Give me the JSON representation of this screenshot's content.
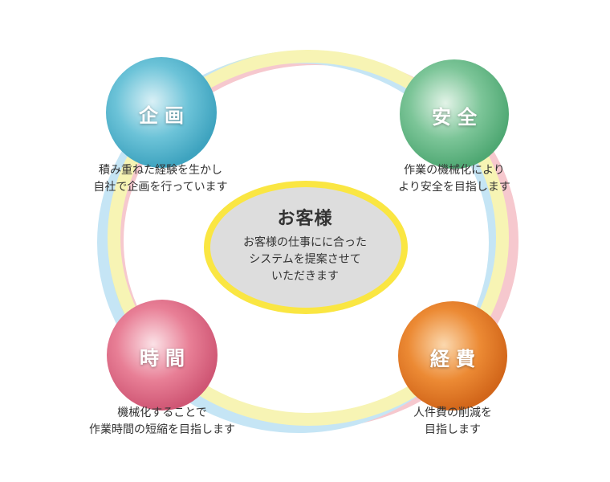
{
  "center": {
    "title": "お客様",
    "desc_lines": [
      "お客様の仕事にに合った",
      "システムを提案させて",
      "いただきます"
    ]
  },
  "nodes": {
    "planning": {
      "label": "企画",
      "desc_lines": [
        "積み重ねた経験を生かし",
        "自社で企画を行っています"
      ],
      "color": "#5bbdd3"
    },
    "safety": {
      "label": "安全",
      "desc_lines": [
        "作業の機械化により",
        "より安全を目指します"
      ],
      "color": "#6cbe8c"
    },
    "time": {
      "label": "時間",
      "desc_lines": [
        "機械化することで",
        "作業時間の短縮を目指します"
      ],
      "color": "#e37790"
    },
    "cost": {
      "label": "経費",
      "desc_lines": [
        "人件費の削減を",
        "目指します"
      ],
      "color": "#e97d28"
    }
  },
  "ring_colors": {
    "yellow": "#f7f4b4",
    "blue": "#c5e5f5",
    "pink": "#f6c8ce",
    "green": "#d5ecc7",
    "center_fill": "#dddddd",
    "center_border": "#fae642"
  }
}
